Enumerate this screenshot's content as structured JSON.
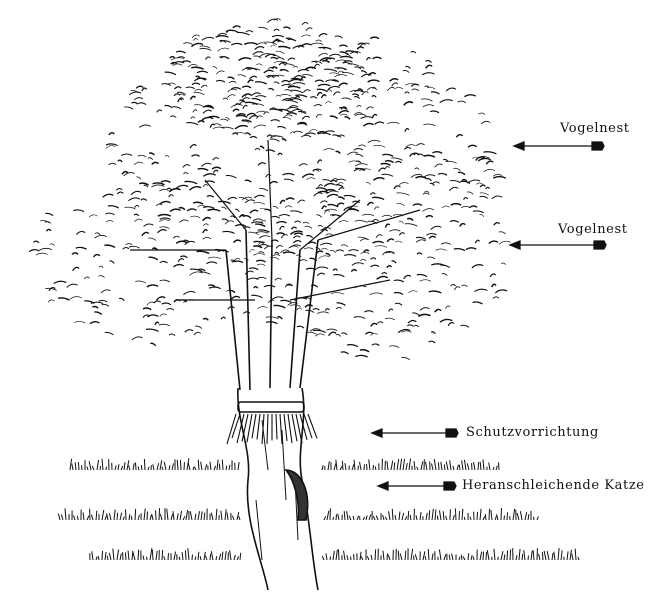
{
  "labels": {
    "nest_upper": "Vogelnest",
    "nest_lower": "Vogelnest",
    "protection": "Schutzvorrichtung",
    "cat": "Heranschleichende Katze"
  },
  "colors": {
    "ink": "#111111",
    "paper": "#ffffff"
  }
}
